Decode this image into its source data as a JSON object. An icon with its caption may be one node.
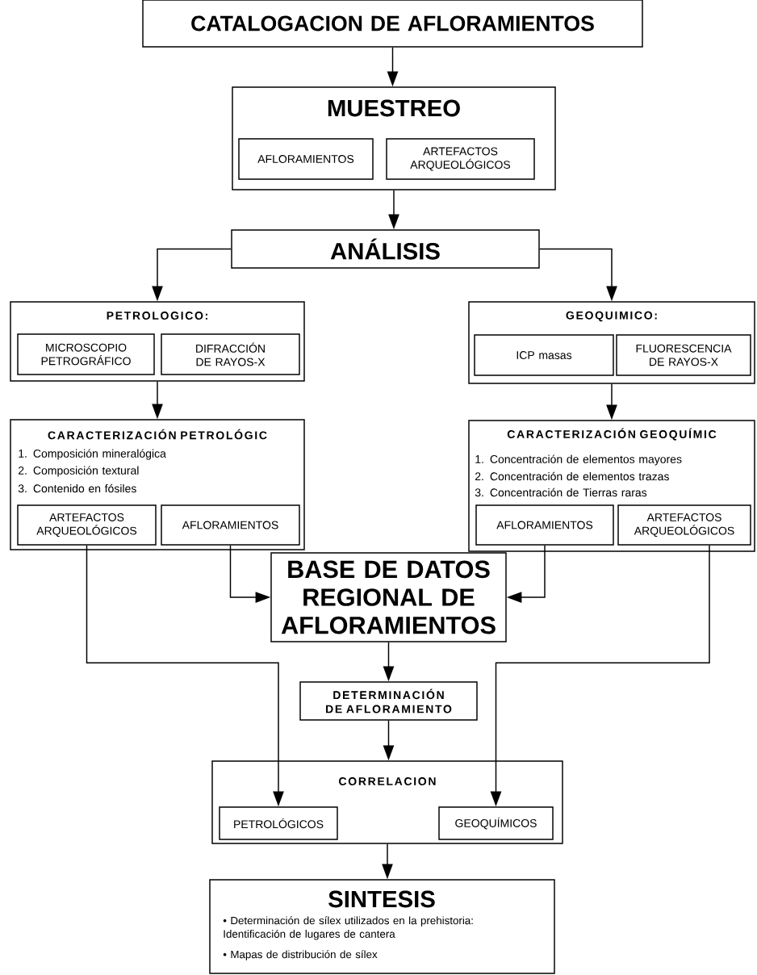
{
  "diagram": {
    "nodes": [
      {
        "text": [
          "CATALOGACION DE AFLORAMIENTOS"
        ]
      },
      {
        "text": [
          "MUESTREO"
        ]
      },
      {
        "text": [
          "AFLORAMIENTOS"
        ],
        "in": 1
      },
      {
        "text": [
          "ARTEFACTOS ARQUEOLÓGICOS"
        ],
        "in": 1
      },
      {
        "text": [
          "ANÁLISIS"
        ]
      },
      {
        "text": [
          "PETROLOGICO:"
        ]
      },
      {
        "text": [
          "MICROSCOPIO PETROGRÁFICO"
        ],
        "in": 5
      },
      {
        "text": [
          "DIFRACCIÓN DE RAYOS-X"
        ],
        "in": 5
      },
      {
        "text": [
          "GEOQUIMICO:"
        ]
      },
      {
        "text": [
          "ICP masas"
        ],
        "in": 8
      },
      {
        "text": [
          "FLUORESCENCIA DE RAYOS-X"
        ],
        "in": 8
      },
      {
        "text": [
          "CARACTERIZACIÓN PETROLÓGIC",
          "1. Composición mineralógica",
          "2. Composición textural",
          "3. Contenido en fósiles"
        ]
      },
      {
        "text": [
          "ARTEFACTOS ARQUEOLÓGICOS"
        ],
        "in": 11
      },
      {
        "text": [
          "AFLORAMIENTOS"
        ],
        "in": 11
      },
      {
        "text": [
          "CARACTERIZACIÓN GEOQUÍMIC",
          "1. Concentración de elementos mayores",
          "2. Concentración de elementos trazas",
          "3. Concentración de Tierras raras"
        ]
      },
      {
        "text": [
          "AFLORAMIENTOS"
        ],
        "in": 14
      },
      {
        "text": [
          "ARTEFACTOS ARQUEOLÓGICOS"
        ],
        "in": 14
      },
      {
        "text": [
          "BASE DE DATOS REGIONAL DE AFLORAMIENTOS"
        ]
      },
      {
        "text": [
          "DETERMINACIÓN DE AFLORAMIENTO"
        ]
      },
      {
        "text": [
          "CORRELACION"
        ]
      },
      {
        "text": [
          "PETROLÓGICOS"
        ],
        "in": 19
      },
      {
        "text": [
          "GEOQUÍMICOS"
        ],
        "in": 19
      },
      {
        "text": [
          "SINTESIS",
          "• Determinación de sílex utilizados en la prehistoria: Identificación de lugares de cantera",
          "• Mapas de distribución de sílex"
        ]
      }
    ],
    "edges": [
      {
        "from": 0,
        "to": 1,
        "arrow": "to"
      },
      {
        "from": 1,
        "to": 4,
        "arrow": "to"
      },
      {
        "from": 4,
        "to": 5,
        "arrow": "to"
      },
      {
        "from": 4,
        "to": 8,
        "arrow": "to"
      },
      {
        "from": 5,
        "to": 11,
        "arrow": "to"
      },
      {
        "from": 8,
        "to": 14,
        "arrow": "to"
      },
      {
        "from": 13,
        "to": 17,
        "arrow": "to"
      },
      {
        "from": 15,
        "to": 17,
        "arrow": "to"
      },
      {
        "from": 17,
        "to": 18,
        "arrow": "to"
      },
      {
        "from": 18,
        "to": 19,
        "arrow": "to"
      },
      {
        "from": 12,
        "to": 20,
        "arrow": "to"
      },
      {
        "from": 16,
        "to": 21,
        "arrow": "to"
      },
      {
        "from": 19,
        "to": 22,
        "arrow": "to"
      }
    ]
  }
}
